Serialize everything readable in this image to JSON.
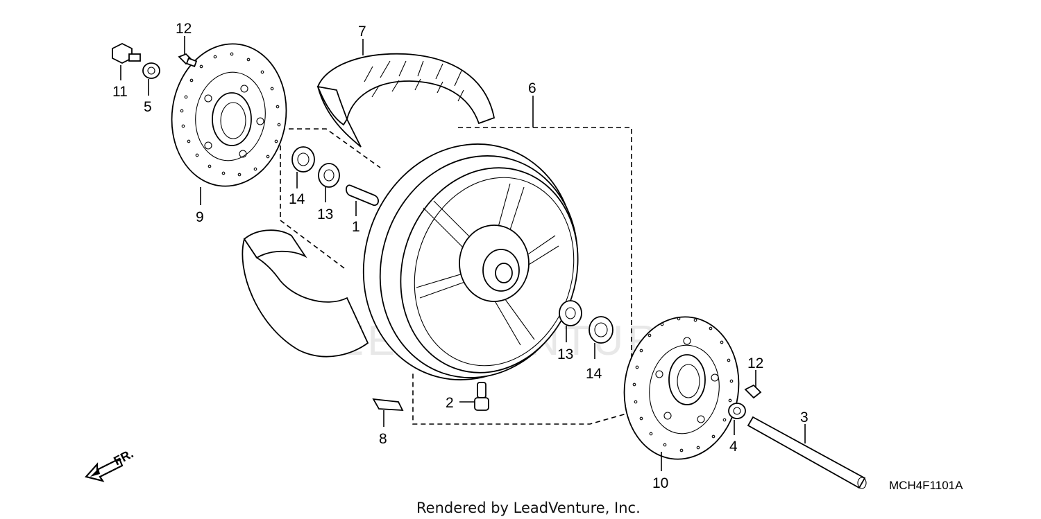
{
  "diagram": {
    "code": "MCH4F1101A",
    "footer": "Rendered by LeadVenture, Inc.",
    "direction_label": "FR.",
    "callouts": {
      "c1": "1",
      "c2": "2",
      "c3": "3",
      "c4": "4",
      "c5": "5",
      "c6": "6",
      "c7": "7",
      "c8": "8",
      "c9": "9",
      "c10": "10",
      "c11": "11",
      "c12a": "12",
      "c12b": "12",
      "c13a": "13",
      "c13b": "13",
      "c14a": "14",
      "c14b": "14"
    }
  }
}
